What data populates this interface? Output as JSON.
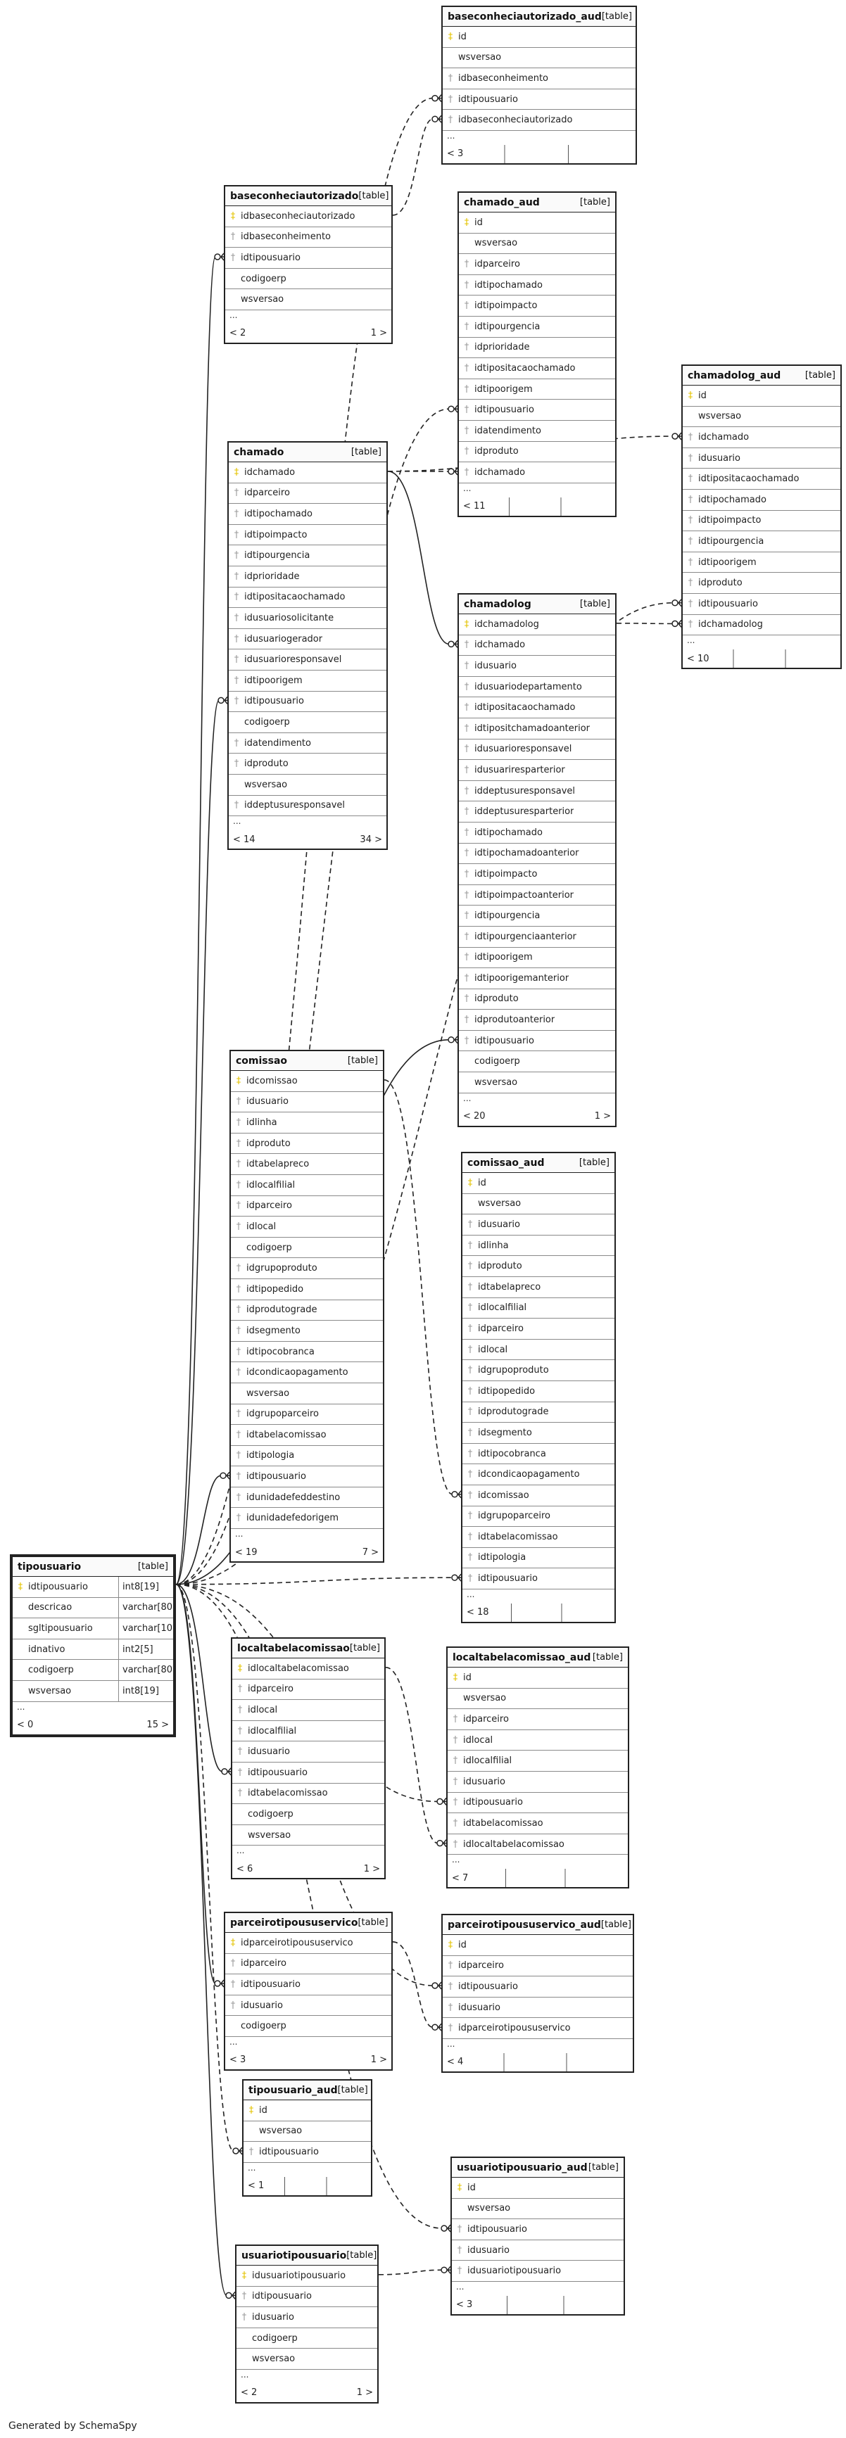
{
  "generated_by": "Generated by SchemaSpy",
  "table_tag": "[table]",
  "tables": [
    {
      "name": "baseconheciautorizado_aud",
      "cols": [
        [
          "pk",
          "id"
        ],
        [
          "",
          "wsversao"
        ],
        [
          "fk",
          "idbaseconheimento"
        ],
        [
          "fk",
          "idtipousuario"
        ],
        [
          "fk",
          "idbaseconheciautorizado"
        ]
      ],
      "footer_left": "< 3",
      "footer_right": ""
    },
    {
      "name": "baseconheciautorizado",
      "cols": [
        [
          "pk",
          "idbaseconheciautorizado"
        ],
        [
          "fk",
          "idbaseconheimento"
        ],
        [
          "fk",
          "idtipousuario"
        ],
        [
          "",
          "codigoerp"
        ],
        [
          "",
          "wsversao"
        ]
      ],
      "footer_left": "< 2",
      "footer_right": "1 >"
    },
    {
      "name": "chamado_aud",
      "cols": [
        [
          "pk",
          "id"
        ],
        [
          "",
          "wsversao"
        ],
        [
          "fk",
          "idparceiro"
        ],
        [
          "fk",
          "idtipochamado"
        ],
        [
          "fk",
          "idtipoimpacto"
        ],
        [
          "fk",
          "idtipourgencia"
        ],
        [
          "fk",
          "idprioridade"
        ],
        [
          "fk",
          "idtipositacaochamado"
        ],
        [
          "fk",
          "idtipoorigem"
        ],
        [
          "fk",
          "idtipousuario"
        ],
        [
          "fk",
          "idatendimento"
        ],
        [
          "fk",
          "idproduto"
        ],
        [
          "fk",
          "idchamado"
        ]
      ],
      "footer_left": "< 11",
      "footer_right": ""
    },
    {
      "name": "chamadolog_aud",
      "cols": [
        [
          "pk",
          "id"
        ],
        [
          "",
          "wsversao"
        ],
        [
          "fk",
          "idchamado"
        ],
        [
          "fk",
          "idusuario"
        ],
        [
          "fk",
          "idtipositacaochamado"
        ],
        [
          "fk",
          "idtipochamado"
        ],
        [
          "fk",
          "idtipoimpacto"
        ],
        [
          "fk",
          "idtipourgencia"
        ],
        [
          "fk",
          "idtipoorigem"
        ],
        [
          "fk",
          "idproduto"
        ],
        [
          "fk",
          "idtipousuario"
        ],
        [
          "fk",
          "idchamadolog"
        ]
      ],
      "footer_left": "< 10",
      "footer_right": ""
    },
    {
      "name": "chamado",
      "cols": [
        [
          "pk",
          "idchamado"
        ],
        [
          "fk",
          "idparceiro"
        ],
        [
          "fk",
          "idtipochamado"
        ],
        [
          "fk",
          "idtipoimpacto"
        ],
        [
          "fk",
          "idtipourgencia"
        ],
        [
          "fk",
          "idprioridade"
        ],
        [
          "fk",
          "idtipositacaochamado"
        ],
        [
          "fk",
          "idusuariosolicitante"
        ],
        [
          "fk",
          "idusuariogerador"
        ],
        [
          "fk",
          "idusuarioresponsavel"
        ],
        [
          "fk",
          "idtipoorigem"
        ],
        [
          "fk",
          "idtipousuario"
        ],
        [
          "",
          "codigoerp"
        ],
        [
          "fk",
          "idatendimento"
        ],
        [
          "fk",
          "idproduto"
        ],
        [
          "",
          "wsversao"
        ],
        [
          "fk",
          "iddeptusuresponsavel"
        ]
      ],
      "footer_left": "< 14",
      "footer_right": "34 >"
    },
    {
      "name": "chamadolog",
      "cols": [
        [
          "pk",
          "idchamadolog"
        ],
        [
          "fk",
          "idchamado"
        ],
        [
          "fk",
          "idusuario"
        ],
        [
          "fk",
          "idusuariodepartamento"
        ],
        [
          "fk",
          "idtipositacaochamado"
        ],
        [
          "fk",
          "idtipositchamadoanterior"
        ],
        [
          "fk",
          "idusuarioresponsavel"
        ],
        [
          "fk",
          "idusuariresparterior"
        ],
        [
          "fk",
          "iddeptusuresponsavel"
        ],
        [
          "fk",
          "iddeptusuresparterior"
        ],
        [
          "fk",
          "idtipochamado"
        ],
        [
          "fk",
          "idtipochamadoanterior"
        ],
        [
          "fk",
          "idtipoimpacto"
        ],
        [
          "fk",
          "idtipoimpactoanterior"
        ],
        [
          "fk",
          "idtipourgencia"
        ],
        [
          "fk",
          "idtipourgenciaanterior"
        ],
        [
          "fk",
          "idtipoorigem"
        ],
        [
          "fk",
          "idtipoorigemanterior"
        ],
        [
          "fk",
          "idproduto"
        ],
        [
          "fk",
          "idprodutoanterior"
        ],
        [
          "fk",
          "idtipousuario"
        ],
        [
          "",
          "codigoerp"
        ],
        [
          "",
          "wsversao"
        ]
      ],
      "footer_left": "< 20",
      "footer_right": "1 >"
    },
    {
      "name": "comissao",
      "cols": [
        [
          "pk",
          "idcomissao"
        ],
        [
          "fk",
          "idusuario"
        ],
        [
          "fk",
          "idlinha"
        ],
        [
          "fk",
          "idproduto"
        ],
        [
          "fk",
          "idtabelapreco"
        ],
        [
          "fk",
          "idlocalfilial"
        ],
        [
          "fk",
          "idparceiro"
        ],
        [
          "fk",
          "idlocal"
        ],
        [
          "",
          "codigoerp"
        ],
        [
          "fk",
          "idgrupoproduto"
        ],
        [
          "fk",
          "idtipopedido"
        ],
        [
          "fk",
          "idprodutograde"
        ],
        [
          "fk",
          "idsegmento"
        ],
        [
          "fk",
          "idtipocobranca"
        ],
        [
          "fk",
          "idcondicaopagamento"
        ],
        [
          "",
          "wsversao"
        ],
        [
          "fk",
          "idgrupoparceiro"
        ],
        [
          "fk",
          "idtabelacomissao"
        ],
        [
          "fk",
          "idtipologia"
        ],
        [
          "fk",
          "idtipousuario"
        ],
        [
          "fk",
          "idunidadefeddestino"
        ],
        [
          "fk",
          "idunidadefedorigem"
        ]
      ],
      "footer_left": "< 19",
      "footer_right": "7 >"
    },
    {
      "name": "comissao_aud",
      "cols": [
        [
          "pk",
          "id"
        ],
        [
          "",
          "wsversao"
        ],
        [
          "fk",
          "idusuario"
        ],
        [
          "fk",
          "idlinha"
        ],
        [
          "fk",
          "idproduto"
        ],
        [
          "fk",
          "idtabelapreco"
        ],
        [
          "fk",
          "idlocalfilial"
        ],
        [
          "fk",
          "idparceiro"
        ],
        [
          "fk",
          "idlocal"
        ],
        [
          "fk",
          "idgrupoproduto"
        ],
        [
          "fk",
          "idtipopedido"
        ],
        [
          "fk",
          "idprodutograde"
        ],
        [
          "fk",
          "idsegmento"
        ],
        [
          "fk",
          "idtipocobranca"
        ],
        [
          "fk",
          "idcondicaopagamento"
        ],
        [
          "fk",
          "idcomissao"
        ],
        [
          "fk",
          "idgrupoparceiro"
        ],
        [
          "fk",
          "idtabelacomissao"
        ],
        [
          "fk",
          "idtipologia"
        ],
        [
          "fk",
          "idtipousuario"
        ]
      ],
      "footer_left": "< 18",
      "footer_right": ""
    },
    {
      "name": "tipousuario",
      "cols": [
        [
          "pk",
          "idtipousuario",
          "int8[19]"
        ],
        [
          "",
          "descricao",
          "varchar[80]"
        ],
        [
          "",
          "sgltipousuario",
          "varchar[10]"
        ],
        [
          "",
          "idnativo",
          "int2[5]"
        ],
        [
          "",
          "codigoerp",
          "varchar[80]"
        ],
        [
          "",
          "wsversao",
          "int8[19]"
        ]
      ],
      "footer_left": "< 0",
      "footer_right": "15 >"
    },
    {
      "name": "localtabelacomissao",
      "cols": [
        [
          "pk",
          "idlocaltabelacomissao"
        ],
        [
          "fk",
          "idparceiro"
        ],
        [
          "fk",
          "idlocal"
        ],
        [
          "fk",
          "idlocalfilial"
        ],
        [
          "fk",
          "idusuario"
        ],
        [
          "fk",
          "idtipousuario"
        ],
        [
          "fk",
          "idtabelacomissao"
        ],
        [
          "",
          "codigoerp"
        ],
        [
          "",
          "wsversao"
        ]
      ],
      "footer_left": "< 6",
      "footer_right": "1 >"
    },
    {
      "name": "localtabelacomissao_aud",
      "cols": [
        [
          "pk",
          "id"
        ],
        [
          "",
          "wsversao"
        ],
        [
          "fk",
          "idparceiro"
        ],
        [
          "fk",
          "idlocal"
        ],
        [
          "fk",
          "idlocalfilial"
        ],
        [
          "fk",
          "idusuario"
        ],
        [
          "fk",
          "idtipousuario"
        ],
        [
          "fk",
          "idtabelacomissao"
        ],
        [
          "fk",
          "idlocaltabelacomissao"
        ]
      ],
      "footer_left": "< 7",
      "footer_right": ""
    },
    {
      "name": "parceirotipoususervico",
      "cols": [
        [
          "pk",
          "idparceirotipoususervico"
        ],
        [
          "fk",
          "idparceiro"
        ],
        [
          "fk",
          "idtipousuario"
        ],
        [
          "fk",
          "idusuario"
        ],
        [
          "",
          "codigoerp"
        ]
      ],
      "footer_left": "< 3",
      "footer_right": "1 >"
    },
    {
      "name": "parceirotipoususervico_aud",
      "cols": [
        [
          "pk",
          "id"
        ],
        [
          "fk",
          "idparceiro"
        ],
        [
          "fk",
          "idtipousuario"
        ],
        [
          "fk",
          "idusuario"
        ],
        [
          "fk",
          "idparceirotipoususervico"
        ]
      ],
      "footer_left": "< 4",
      "footer_right": ""
    },
    {
      "name": "tipousuario_aud",
      "cols": [
        [
          "pk",
          "id"
        ],
        [
          "",
          "wsversao"
        ],
        [
          "fk",
          "idtipousuario"
        ]
      ],
      "footer_left": "< 1",
      "footer_right": ""
    },
    {
      "name": "usuariotipousuario_aud",
      "cols": [
        [
          "pk",
          "id"
        ],
        [
          "",
          "wsversao"
        ],
        [
          "fk",
          "idtipousuario"
        ],
        [
          "fk",
          "idusuario"
        ],
        [
          "fk",
          "idusuariotipousuario"
        ]
      ],
      "footer_left": "< 3",
      "footer_right": ""
    },
    {
      "name": "usuariotipousuario",
      "cols": [
        [
          "pk",
          "idusuariotipousuario"
        ],
        [
          "fk",
          "idtipousuario"
        ],
        [
          "fk",
          "idusuario"
        ],
        [
          "",
          "codigoerp"
        ],
        [
          "",
          "wsversao"
        ]
      ],
      "footer_left": "< 2",
      "footer_right": "1 >"
    }
  ]
}
